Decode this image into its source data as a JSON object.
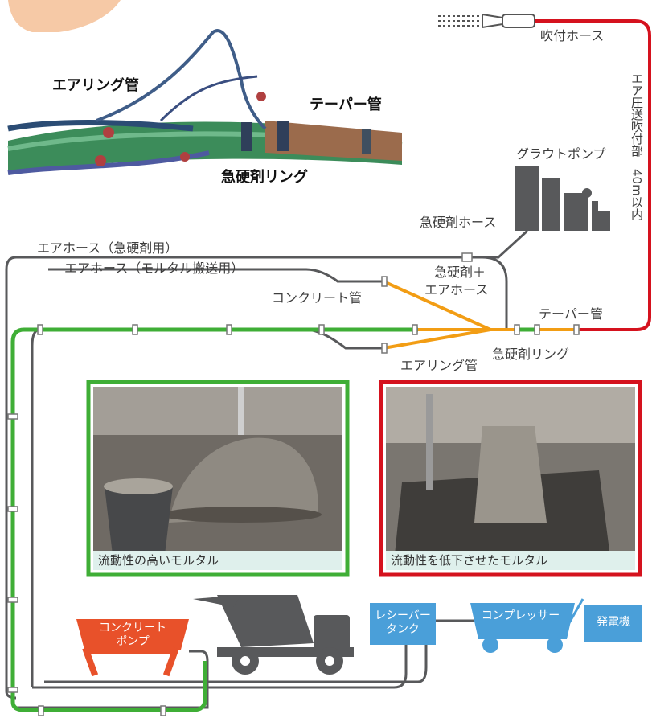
{
  "photo_labels": {
    "air_ring": "エアリング管",
    "taper": "テーパー管",
    "accel_ring": "急硬剤リング"
  },
  "labels": {
    "spray_hose": "吹付ホース",
    "air_section": "エア圧送吹付部　40m以内",
    "grout_pump": "グラウトポンプ",
    "accel_hose": "急硬剤ホース",
    "air_hose_accel": "エアホース（急硬剤用）",
    "accel_air_hose_l1": "急硬剤＋",
    "accel_air_hose_l2": "エアホース",
    "air_hose_mortar": "エアホース（モルタル搬送用）",
    "concrete_pipe": "コンクリート管",
    "taper_pipe": "テーパー管",
    "accel_ring": "急硬剤リング",
    "air_ring_pipe": "エアリング管"
  },
  "photos": {
    "high_flow": "流動性の高いモルタル",
    "low_flow": "流動性を低下させたモルタル"
  },
  "equipment": {
    "pump_l1": "コンクリート",
    "pump_l2": "ポンプ",
    "receiver_l1": "レシーバー",
    "receiver_l2": "タンク",
    "compressor": "コンプレッサー",
    "generator": "発電機"
  },
  "colors": {
    "green_line": "#3fae36",
    "orange_line": "#f29d14",
    "red_line": "#d5121e",
    "gray_line": "#58595b",
    "equipment_blue": "#4a9fd9",
    "pump_orange": "#e8512a",
    "frame_green": "#3fae36",
    "frame_red": "#d5121e"
  }
}
